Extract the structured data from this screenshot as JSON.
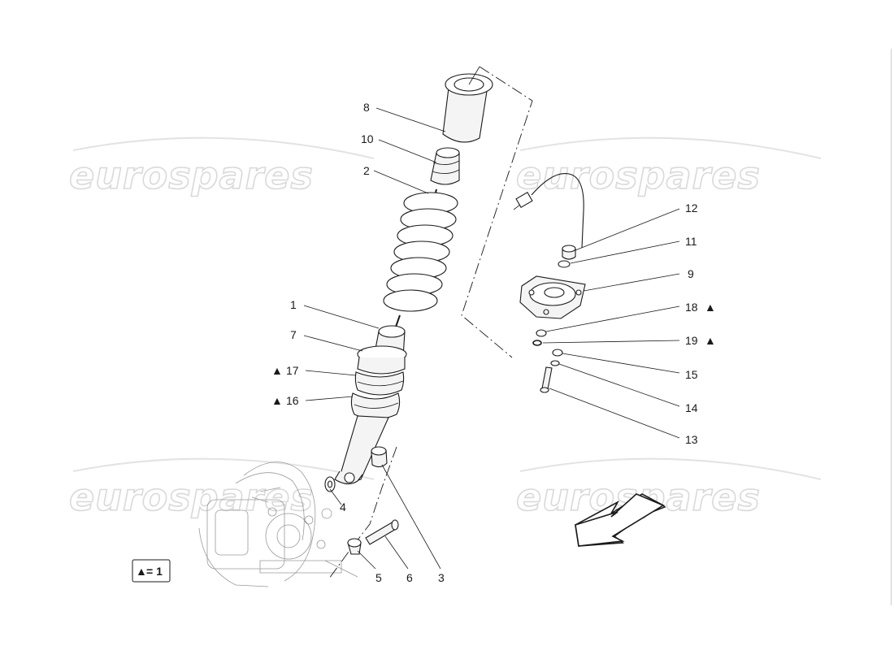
{
  "watermark": {
    "text": "eurospares"
  },
  "legend": {
    "symbol": "▲",
    "text": "= 1"
  },
  "callouts": {
    "c1": "1",
    "c2": "2",
    "c3": "3",
    "c4": "4",
    "c5": "5",
    "c6": "6",
    "c7": "7",
    "c8": "8",
    "c9": "9",
    "c10": "10",
    "c11": "11",
    "c12": "12",
    "c13": "13",
    "c14": "14",
    "c15": "15",
    "c16": "16",
    "c17": "17",
    "c18": "18",
    "c19": "19"
  },
  "marker": "▲"
}
